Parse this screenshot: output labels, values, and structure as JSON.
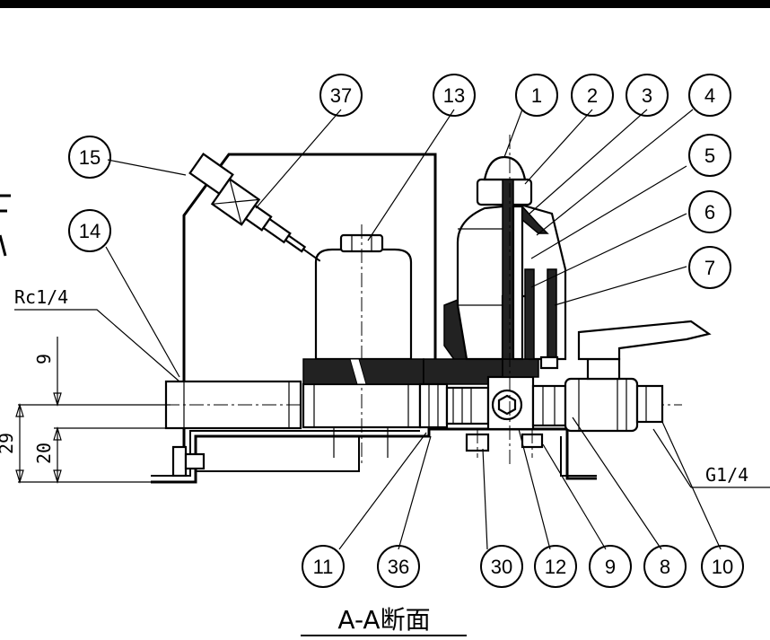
{
  "balloons": [
    {
      "label": "37"
    },
    {
      "label": "13"
    },
    {
      "label": "1"
    },
    {
      "label": "2"
    },
    {
      "label": "3"
    },
    {
      "label": "4"
    },
    {
      "label": "5"
    },
    {
      "label": "6"
    },
    {
      "label": "7"
    },
    {
      "label": "15"
    },
    {
      "label": "14"
    },
    {
      "label": "11"
    },
    {
      "label": "36"
    },
    {
      "label": "30"
    },
    {
      "label": "12"
    },
    {
      "label": "9"
    },
    {
      "label": "8"
    },
    {
      "label": "10"
    }
  ],
  "dimensions": {
    "rc": "Rc1/4",
    "g": "G1/4",
    "d9": "9",
    "d20": "20",
    "d29": "29"
  },
  "title": "A-A断面"
}
